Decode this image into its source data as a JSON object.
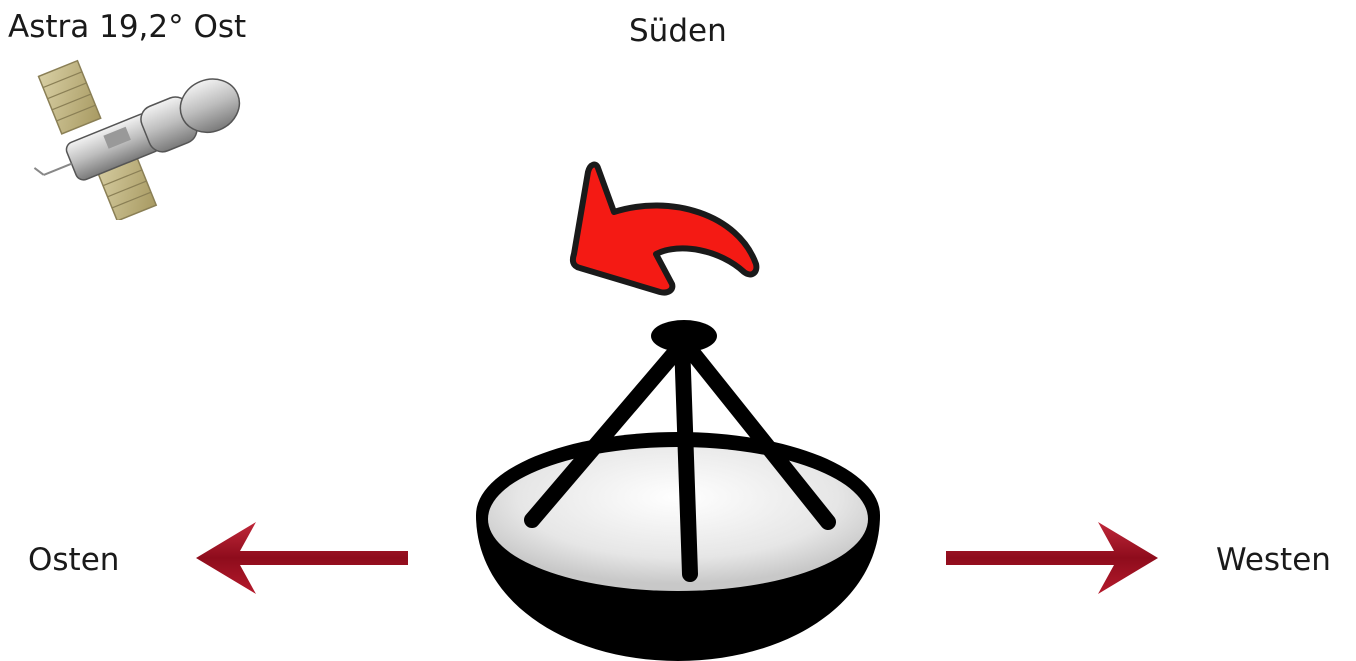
{
  "labels": {
    "satellite": "Astra 19,2° Ost",
    "south": "Süden",
    "east": "Osten",
    "west": "Westen"
  },
  "icons": {
    "satellite": "satellite-icon",
    "dish": "satellite-dish-icon",
    "rotate": "curved-rotate-arrow-icon",
    "left_arrow": "arrow-left-icon",
    "right_arrow": "arrow-right-icon"
  },
  "colors": {
    "rotate_arrow": "#f41a14",
    "direction_arrows": "#a01020",
    "dish_outline": "#000000",
    "dish_inner": "#e6e6e6"
  }
}
